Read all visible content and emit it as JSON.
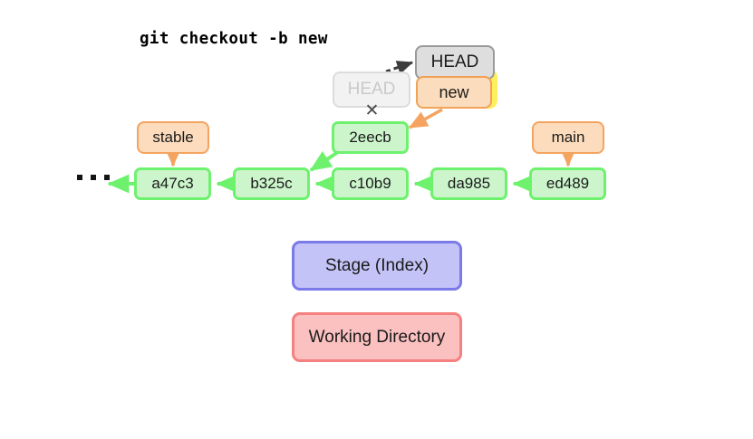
{
  "title": "git checkout -b new",
  "colors": {
    "commit_fill": "#ccf5cc",
    "commit_border": "#6ef26e",
    "branch_fill": "#fcdcbc",
    "branch_border": "#f4a460",
    "head_fill": "#dedede",
    "head_border": "#9a9a9a",
    "head_ghost_text": "#c9c9c9",
    "highlight": "#ffef5c",
    "stage_fill": "#c3c3f7",
    "stage_border": "#7a7ae8",
    "working_fill": "#fbc0c0",
    "working_border": "#f58080",
    "arrow_green": "#6ef26e",
    "arrow_orange": "#f4a460",
    "arrow_dotted": "#3c3c3c",
    "x_mark": "#4a4a4a"
  },
  "commits": [
    {
      "id": "a47c3"
    },
    {
      "id": "b325c"
    },
    {
      "id": "c10b9"
    },
    {
      "id": "da985"
    },
    {
      "id": "ed489"
    },
    {
      "id": "2eecb"
    }
  ],
  "branches": [
    {
      "label": "stable",
      "points_to": "a47c3"
    },
    {
      "label": "main",
      "points_to": "ed489"
    },
    {
      "label": "new",
      "points_to": "2eecb"
    }
  ],
  "head": {
    "current_label": "HEAD",
    "previous_label": "HEAD",
    "attached_to": "new",
    "detached_marker": "✕"
  },
  "areas": [
    {
      "label": "Stage (Index)"
    },
    {
      "label": "Working Directory"
    }
  ],
  "ellipsis": "• • •"
}
